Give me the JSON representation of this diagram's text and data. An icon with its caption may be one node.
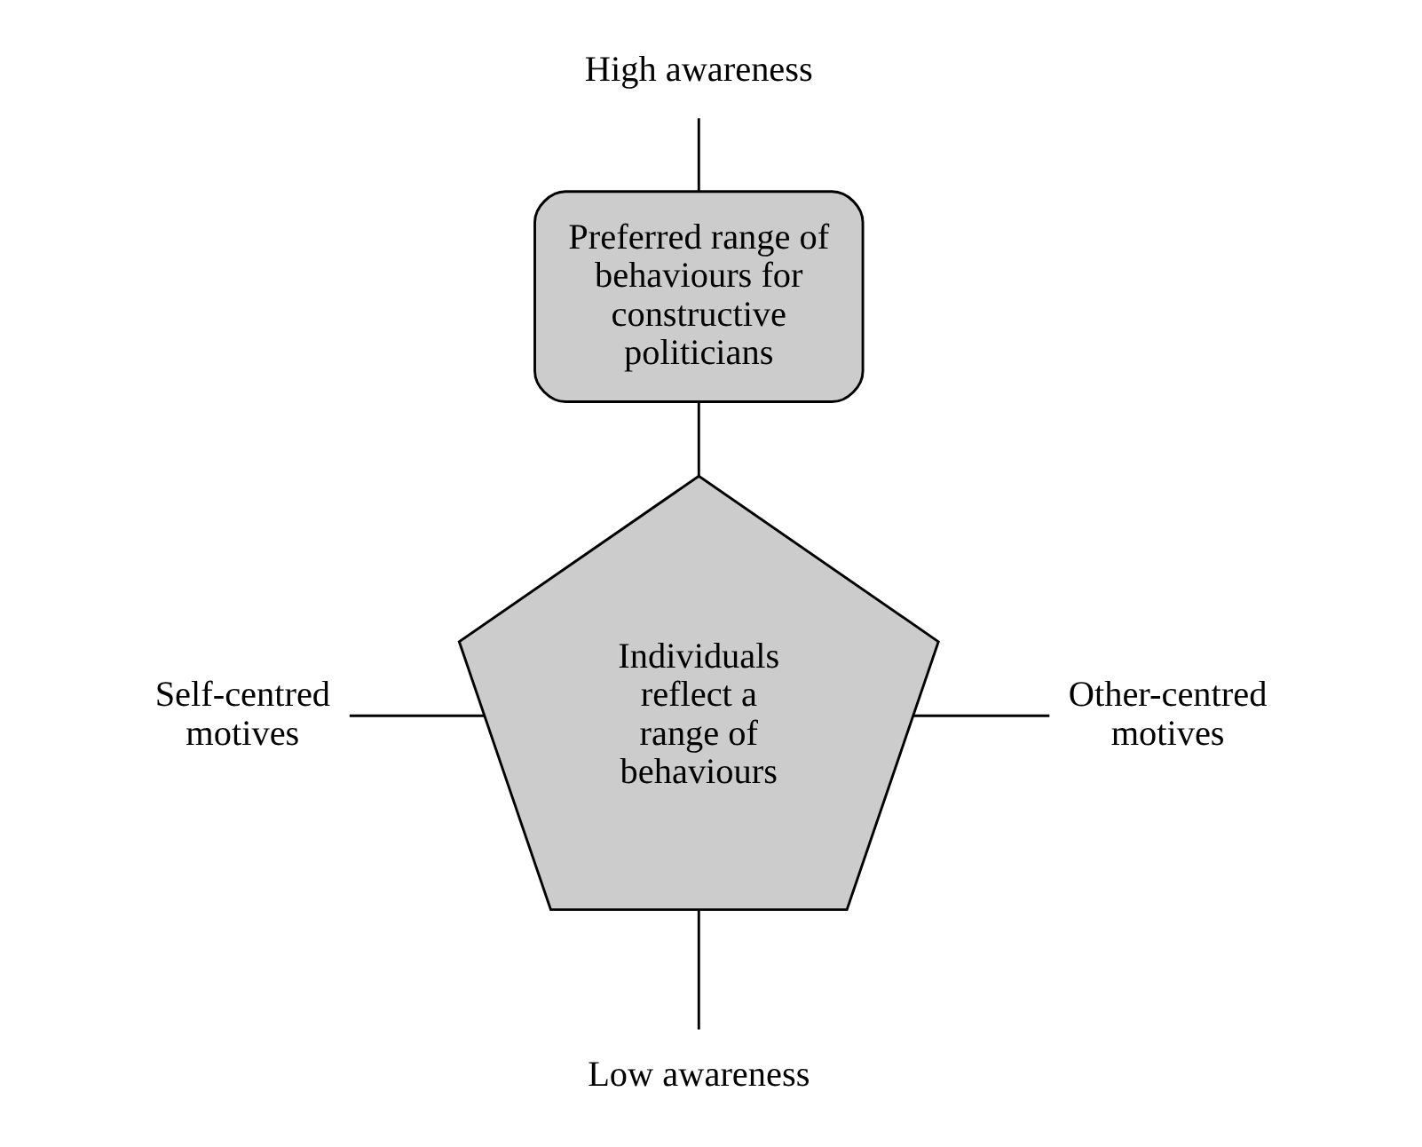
{
  "diagram": {
    "nodes": [
      {
        "text": [
          "High awareness"
        ]
      },
      {
        "text": [
          "Preferred range of behaviours for constructive politicians"
        ]
      },
      {
        "text": [
          "Individuals reflect a range of behaviours"
        ]
      },
      {
        "text": [
          "Low awareness"
        ]
      },
      {
        "text": [
          "Self-centred motives"
        ]
      },
      {
        "text": [
          "Other-centred motives"
        ]
      }
    ],
    "edges": [
      {
        "from": 0,
        "to": 1,
        "arrow": "none"
      },
      {
        "from": 1,
        "to": 2,
        "arrow": "none"
      },
      {
        "from": 2,
        "to": 3,
        "arrow": "none"
      },
      {
        "from": 4,
        "to": 2,
        "arrow": "none"
      },
      {
        "from": 2,
        "to": 5,
        "arrow": "none"
      }
    ]
  }
}
